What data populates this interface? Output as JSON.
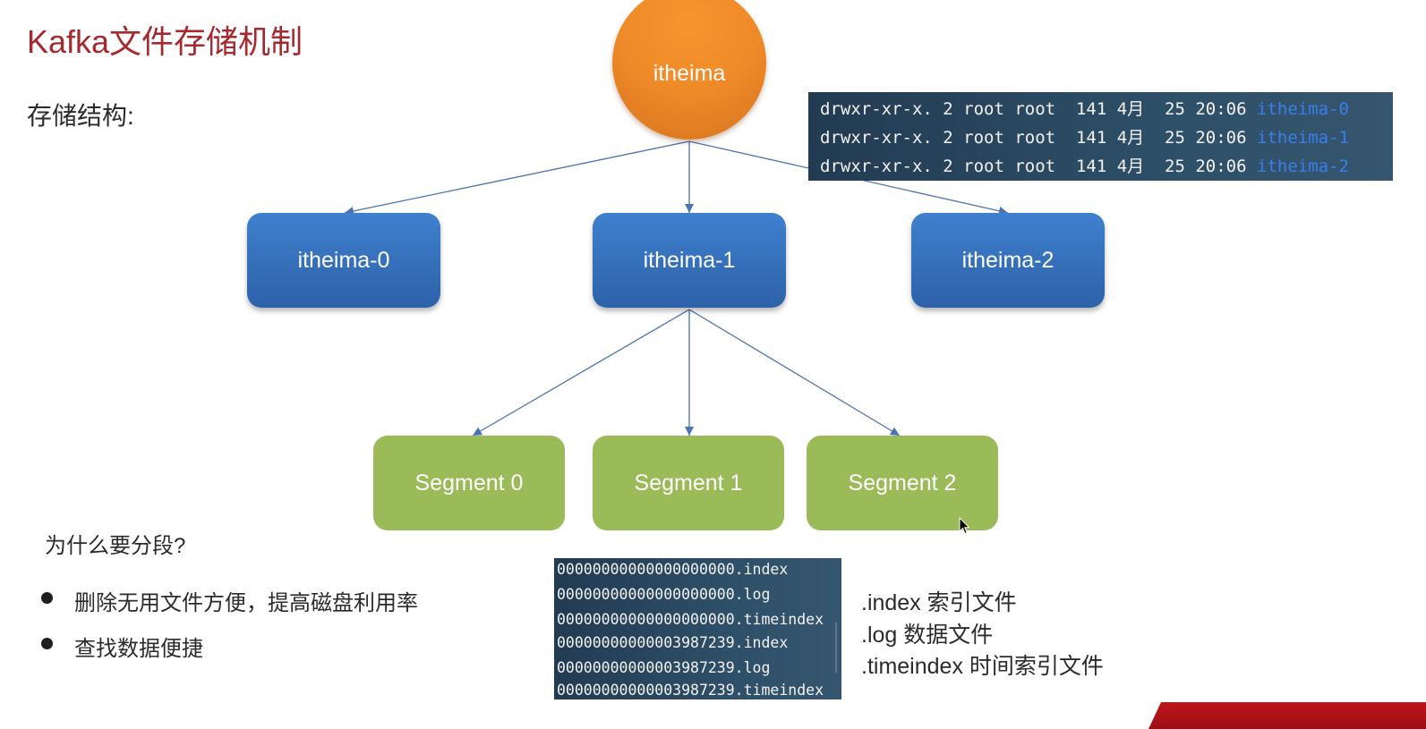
{
  "slide": {
    "title": "Kafka文件存储机制",
    "structure_label": "存储结构:"
  },
  "diagram": {
    "topic": {
      "label": "itheima",
      "color": "#f08a28"
    },
    "partitions": [
      {
        "label": "itheima-0"
      },
      {
        "label": "itheima-1"
      },
      {
        "label": "itheima-2"
      }
    ],
    "partition_color": "#3a75c4",
    "segments": [
      {
        "label": "Segment 0"
      },
      {
        "label": "Segment 1"
      },
      {
        "label": "Segment 2"
      }
    ],
    "segment_color": "#9bbb59",
    "edges": [
      {
        "from": "itheima",
        "to": "itheima-0"
      },
      {
        "from": "itheima",
        "to": "itheima-1"
      },
      {
        "from": "itheima",
        "to": "itheima-2"
      },
      {
        "from": "itheima-1",
        "to": "Segment 0"
      },
      {
        "from": "itheima-1",
        "to": "Segment 1"
      },
      {
        "from": "itheima-1",
        "to": "Segment 2"
      }
    ],
    "edge_color": "#4a74b4"
  },
  "ls_listing": {
    "rows": [
      {
        "prefix": "drwxr-xr-x. 2 root root  141 4月  25 20:06 ",
        "name": "itheima-0"
      },
      {
        "prefix": "drwxr-xr-x. 2 root root  141 4月  25 20:06 ",
        "name": "itheima-1"
      },
      {
        "prefix": "drwxr-xr-x. 2 root root  141 4月  25 20:06 ",
        "name": "itheima-2"
      }
    ]
  },
  "segment_files": [
    "00000000000000000000.index",
    "00000000000000000000.log",
    "00000000000000000000.timeindex",
    "00000000000003987239.index",
    "00000000000003987239.log",
    "00000000000003987239.timeindex"
  ],
  "why_segment": {
    "heading": "为什么要分段?",
    "bullets": [
      "删除无用文件方便，提高磁盘利用率",
      "查找数据便捷"
    ]
  },
  "file_legend": [
    ".index  索引文件",
    ".log 数据文件",
    ".timeindex 时间索引文件"
  ],
  "colors": {
    "title": "#a52a2f",
    "terminal_bg": "#2a4660",
    "dir_name": "#3a7ee8",
    "banner": "#b51219"
  }
}
